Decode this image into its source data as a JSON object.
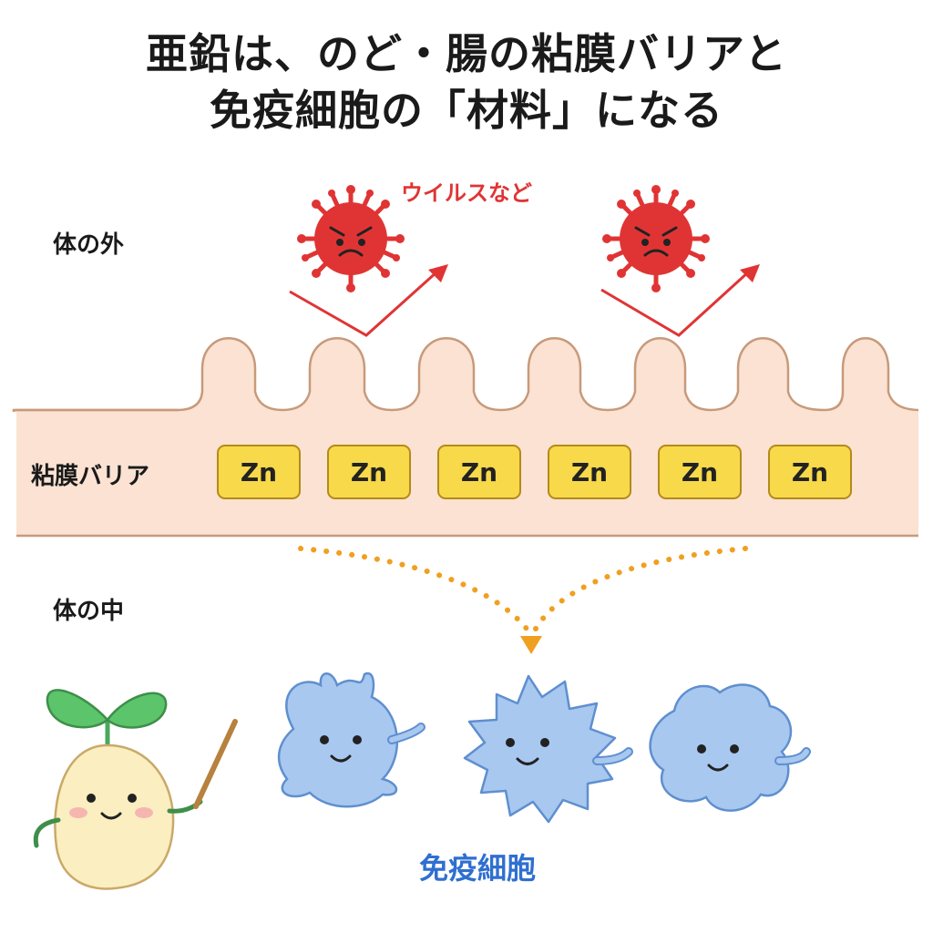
{
  "title": {
    "line1": "亜鉛は、のど・腸の粘膜バリアと",
    "line2": "免疫細胞の「材料」になる"
  },
  "labels": {
    "outside": "体の外",
    "barrier": "粘膜バリア",
    "inside": "体の中",
    "virus": "ウイルスなど",
    "immune_cells": "免疫細胞"
  },
  "zinc_boxes": [
    "Zn",
    "Zn",
    "Zn",
    "Zn",
    "Zn",
    "Zn"
  ],
  "colors": {
    "virus": "#e03434",
    "deflect_arrow": "#e03434",
    "barrier_fill": "#fbe2d3",
    "barrier_edge": "#c79a7a",
    "zinc_fill": "#f7d94a",
    "supply_arrow": "#f0a020",
    "immune_cell": "#a8c8f0",
    "immune_text": "#2f6fd0",
    "sprout_leaf": "#5cc46a",
    "sprout_body": "#fbeec0"
  },
  "icons": [
    "virus-icon",
    "deflect-arrow-icon",
    "immune-cell-icon",
    "sprout-mascot-icon",
    "pointer-stick-icon"
  ]
}
